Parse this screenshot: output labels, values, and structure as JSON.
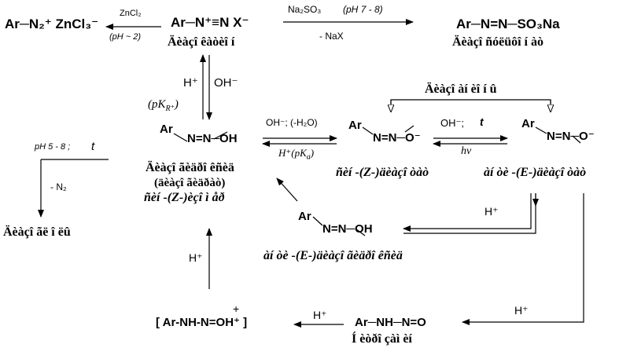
{
  "reagents": {
    "salt": "Ar─N₂⁺ ZnCl₃⁻",
    "zncl2": "ZnCl₂",
    "ph2": "(pH ~ 2)",
    "diazonium": "Ar─N⁺≡N X⁻",
    "diazonium_name": "Äèàçî êàòèî í",
    "na2so3": "Na₂SO₃",
    "ph78": "(pH 7 - 8)",
    "nax": "- NaX",
    "sulfonate": "Ar─N=N─SO₃Na",
    "sulfonate_name": "Äèàçî ñóëüôî í àò"
  },
  "left_branch": {
    "h_plus": "H⁺",
    "oh_minus": "OH⁻",
    "pkr": "(pK",
    "pkr_sub": "R⁺",
    "pkr_end": ")",
    "ph58": "pH 5 - 8 ;",
    "t": "t",
    "minus_n2": "- N₂",
    "phenol_name": "Äèàçî ãë î ëû"
  },
  "hydroxide": {
    "ar": "Ar",
    "nnoh": "N=N─OH",
    "name1": "Äèàçî ãèäðî êñèä",
    "name2": "(äèàçî ãèäðàò)",
    "name3": "ñèí -(Z-)èçî ì åð",
    "eq_top": "OH⁻; (-H₂O)",
    "eq_bot": "H⁺(pK",
    "eq_bot_sub": "a",
    "eq_bot_end": ")"
  },
  "diazotates": {
    "bracket_label": "Äèàçî àí èî í û",
    "syn_ar": "Ar",
    "syn_nno": "N=N─O⁻",
    "syn_name": "ñèí -(Z-)äèàçî òàò",
    "oh_t": "OH⁻;",
    "t": "t",
    "hv": "hν",
    "anti_ar": "Ar",
    "anti_nno": "N=N─O⁻",
    "anti_name": "àí òè -(E-)äèàçî òàò"
  },
  "anti_hydroxide": {
    "ar": "Ar",
    "nnoh": "N=N─OH",
    "name": "àí òè -(E-)äèàçî ãèäðî êñèä",
    "h_plus": "H⁺"
  },
  "bottom": {
    "h_plus_left": "H⁺",
    "protonated": "[ Ar-NH-N=OH⁺ ]",
    "plus": "+",
    "h_plus_mid": "H⁺",
    "nitrosamine": "Ar─NH─N=O",
    "nitrosamine_name": "Í èòðî çàì èí",
    "h_plus_right": "H⁺"
  }
}
